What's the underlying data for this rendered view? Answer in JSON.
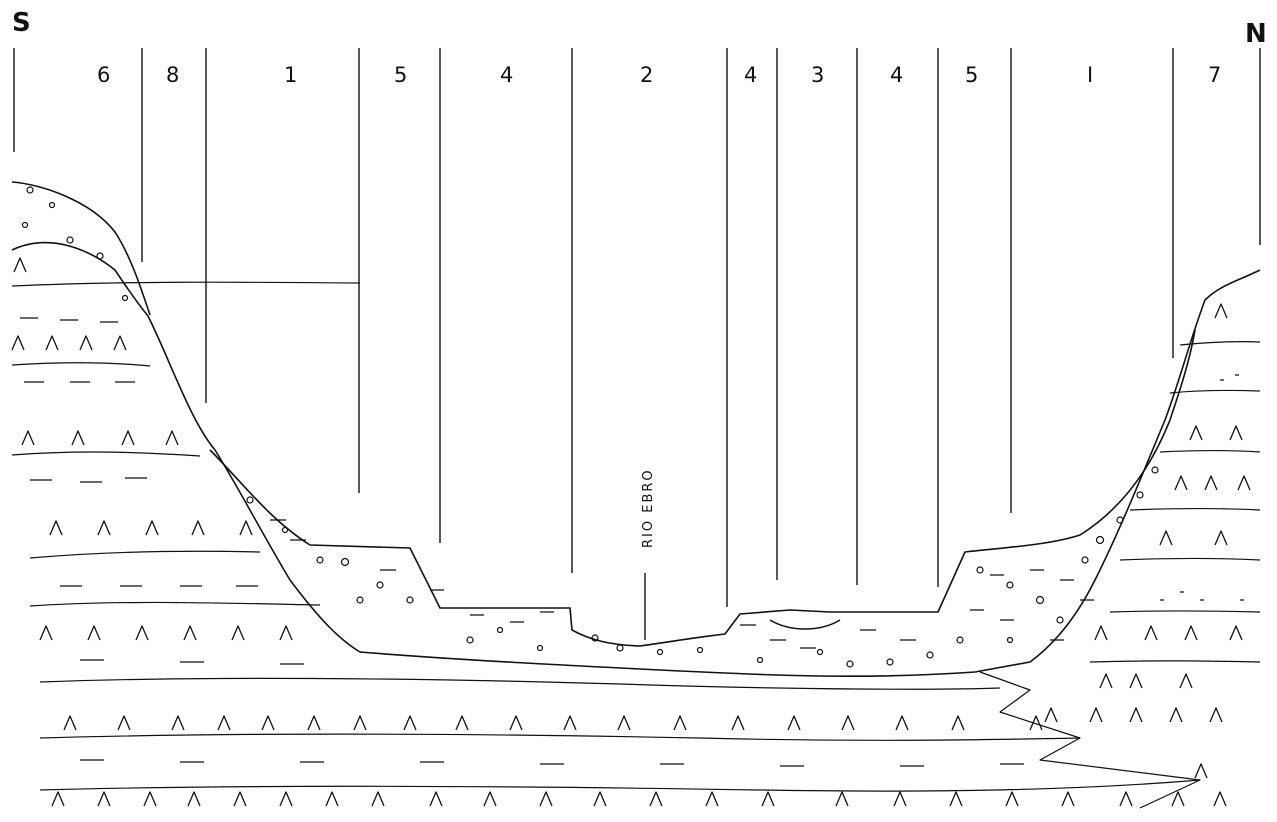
{
  "orientation": {
    "south": "S",
    "north": "N"
  },
  "units": [
    "6",
    "8",
    "1",
    "5",
    "4",
    "2",
    "4",
    "3",
    "4",
    "5",
    "I",
    "7"
  ],
  "river_label": "RIO EBRO",
  "style": {
    "ink": "#111111",
    "background": "#ffffff"
  }
}
